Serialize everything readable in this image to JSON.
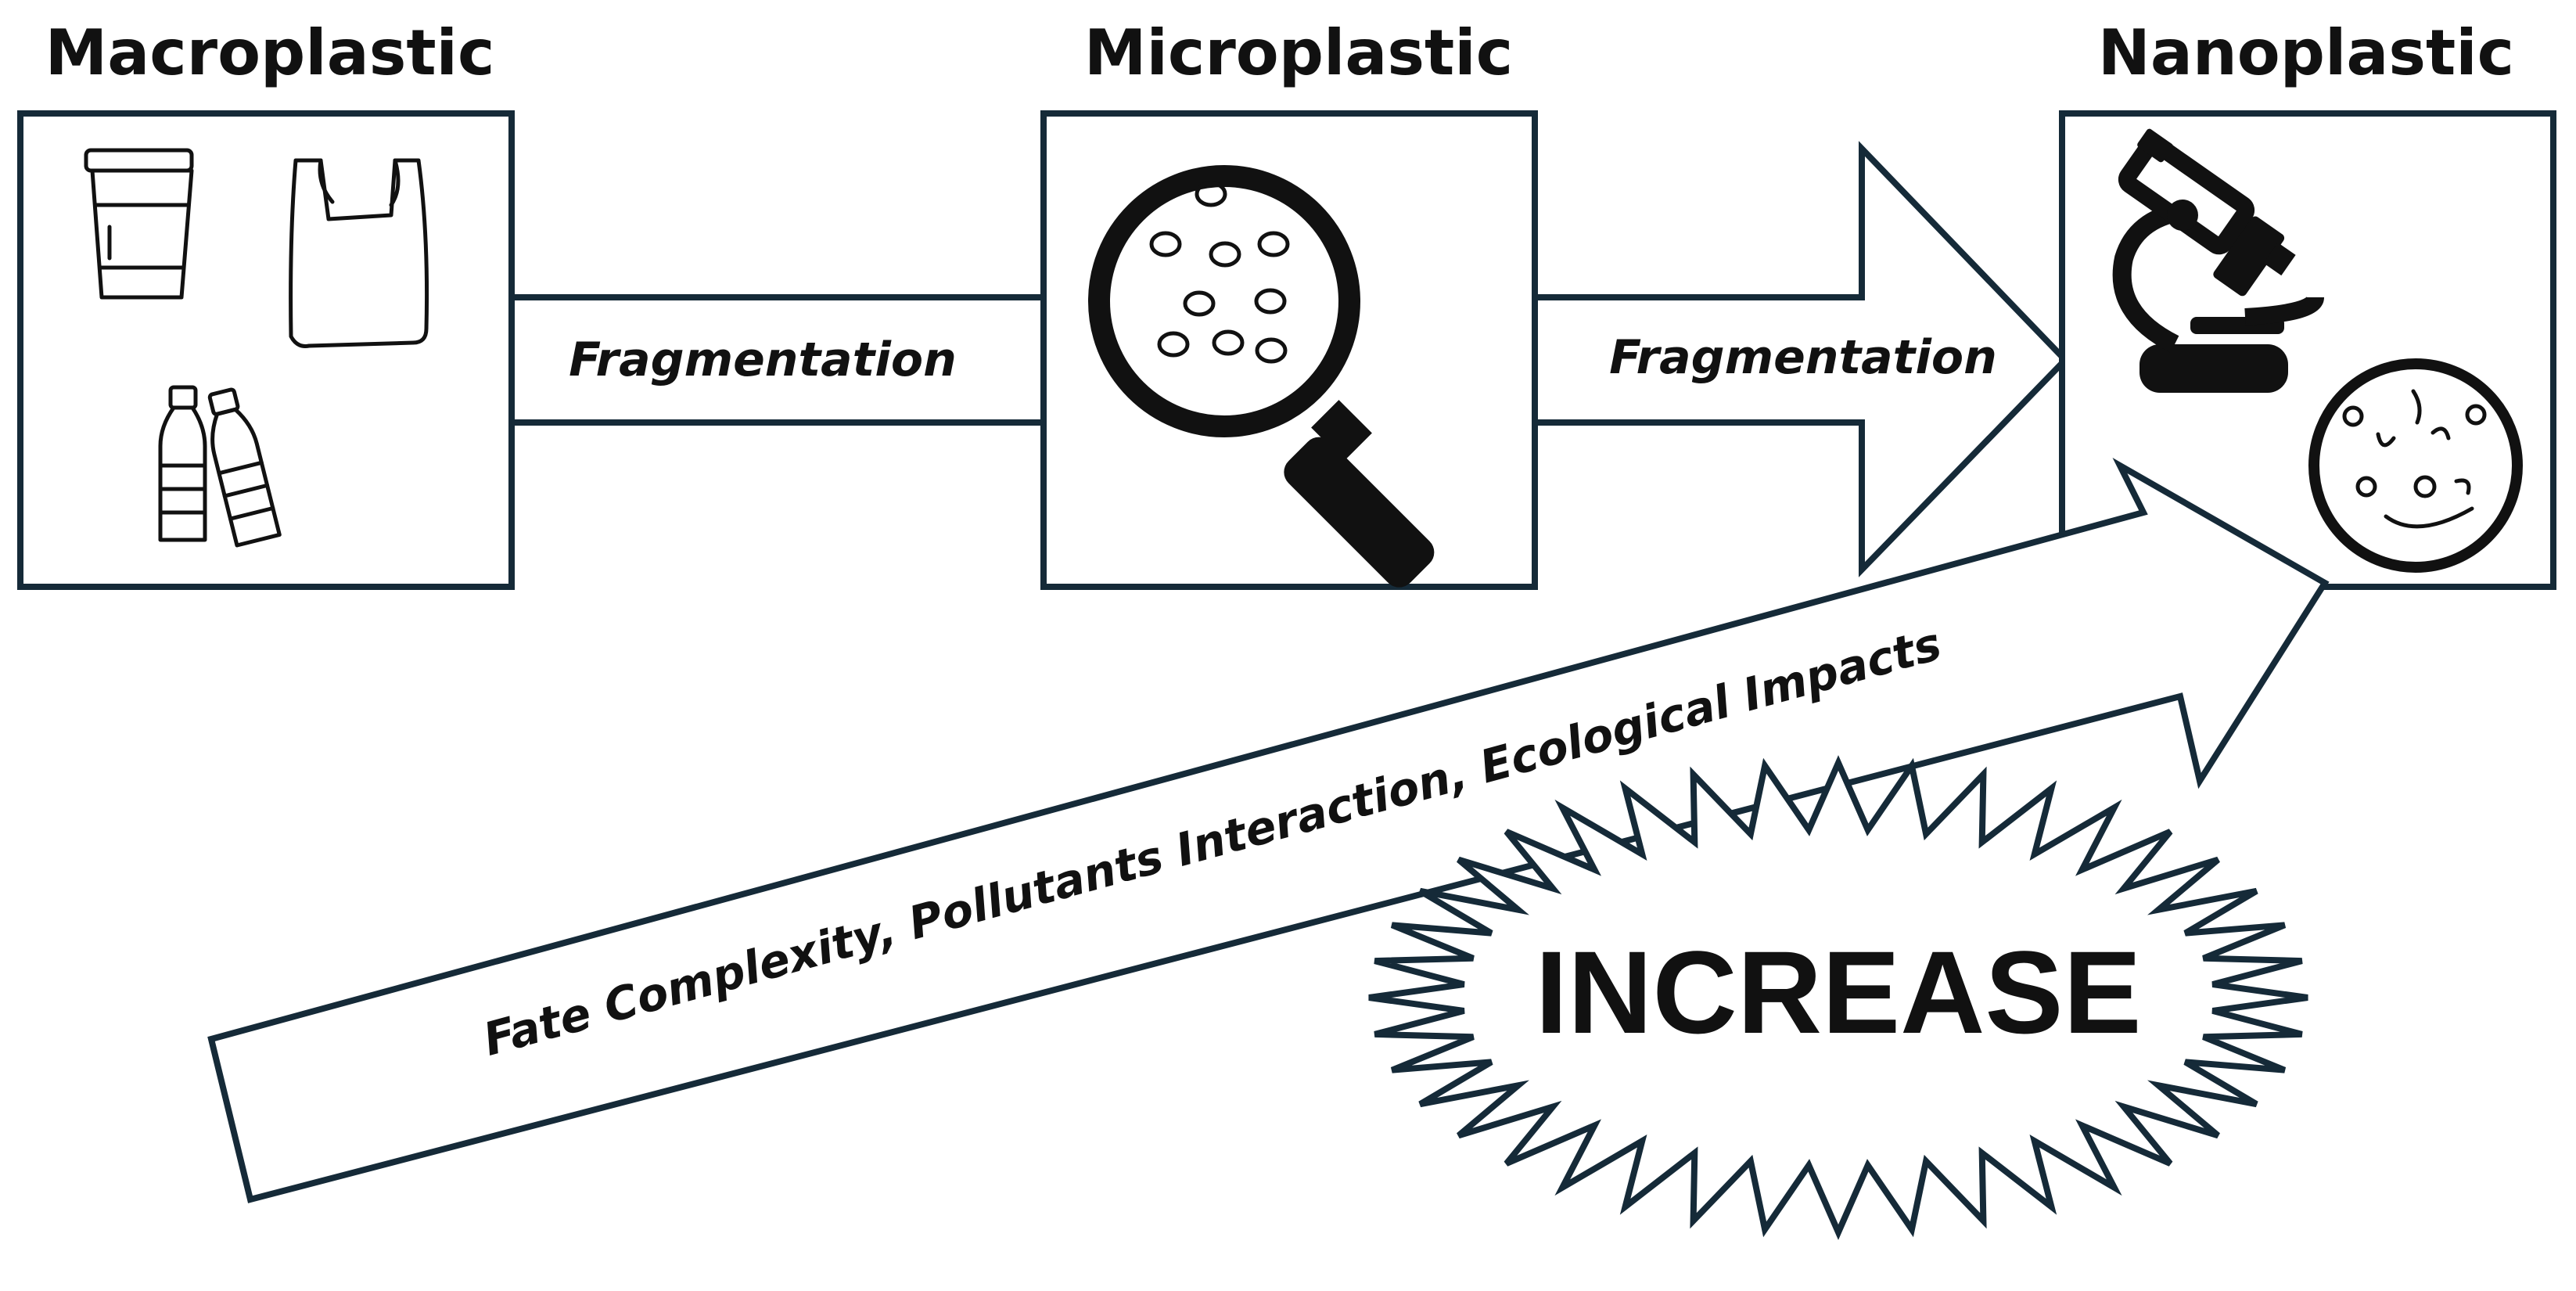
{
  "stages": {
    "macro": "Macroplastic",
    "micro": "Microplastic",
    "nano": "Nanoplastic"
  },
  "arrows": {
    "first": "Fragmentation",
    "second": "Fragmentation"
  },
  "trend": {
    "label": "Fate Complexity, Pollutants Interaction, Ecological Impacts"
  },
  "burst": {
    "label": "INCREASE"
  },
  "icons": {
    "macro": [
      "cup-icon",
      "plastic-bag-icon",
      "bottles-icon"
    ],
    "micro": [
      "magnifying-glass-icon"
    ],
    "nano": [
      "microscope-icon",
      "petri-dish-icon"
    ]
  },
  "colors": {
    "outline": "#152a38",
    "ink": "#111111",
    "background": "#ffffff"
  }
}
